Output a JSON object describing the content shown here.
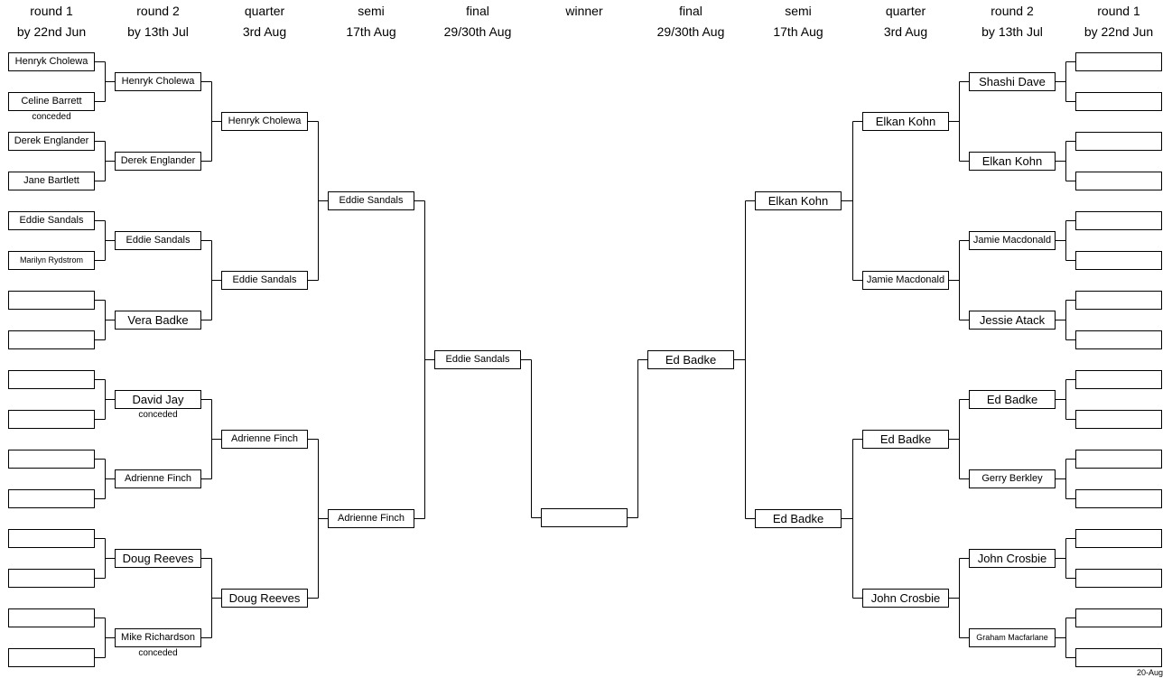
{
  "headers": [
    {
      "title": "round 1",
      "date": "by 22nd Jun"
    },
    {
      "title": "round 2",
      "date": "by 13th Jul"
    },
    {
      "title": "quarter",
      "date": "3rd Aug"
    },
    {
      "title": "semi",
      "date": "17th Aug"
    },
    {
      "title": "final",
      "date": "29/30th Aug"
    },
    {
      "title": "winner",
      "date": ""
    },
    {
      "title": "final",
      "date": "29/30th Aug"
    },
    {
      "title": "semi",
      "date": "17th Aug"
    },
    {
      "title": "quarter",
      "date": "3rd Aug"
    },
    {
      "title": "round 2",
      "date": "by 13th Jul"
    },
    {
      "title": "round 1",
      "date": "by 22nd Jun"
    }
  ],
  "left": {
    "round1": [
      "Henryk Cholewa",
      "Celine Barrett",
      "Derek Englander",
      "Jane Bartlett",
      "Eddie Sandals",
      "Marilyn Rydstrom",
      "",
      "",
      "",
      "",
      "",
      "",
      "",
      "",
      "",
      ""
    ],
    "round2": [
      "Henryk Cholewa",
      "Derek Englander",
      "Eddie Sandals",
      "Vera Badke",
      "David Jay",
      "Adrienne Finch",
      "Doug Reeves",
      "Mike Richardson"
    ],
    "quarter": [
      "Henryk Cholewa",
      "Eddie Sandals",
      "Adrienne Finch",
      "Doug Reeves"
    ],
    "semi": [
      "Eddie Sandals",
      "Adrienne Finch"
    ],
    "final": [
      "Eddie Sandals"
    ]
  },
  "right": {
    "round1": [
      "",
      "",
      "",
      "",
      "",
      "",
      "",
      "",
      "",
      "",
      "",
      "",
      "",
      "",
      "",
      ""
    ],
    "round2": [
      "Shashi Dave",
      "Elkan Kohn",
      "Jamie Macdonald",
      "Jessie Atack",
      "Ed Badke",
      "Gerry Berkley",
      "John Crosbie",
      "Graham Macfarlane"
    ],
    "quarter": [
      "Elkan Kohn",
      "Jamie Macdonald",
      "Ed Badke",
      "John Crosbie"
    ],
    "semi": [
      "Elkan Kohn",
      "Ed Badke"
    ],
    "final": [
      "Ed Badke"
    ]
  },
  "winner": "",
  "notes": {
    "conceded_label": "conceded",
    "left_round1": [
      1
    ],
    "left_round2": [
      4,
      7
    ]
  },
  "updated": "20-Aug"
}
